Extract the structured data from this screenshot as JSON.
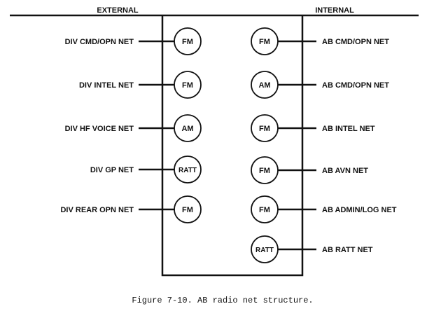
{
  "headers": {
    "external": "EXTERNAL",
    "internal": "INTERNAL"
  },
  "external_nets": [
    {
      "label": "DIV CMD/OPN NET",
      "mode": "FM"
    },
    {
      "label": "DIV INTEL NET",
      "mode": "FM"
    },
    {
      "label": "DIV HF VOICE NET",
      "mode": "AM"
    },
    {
      "label": "DIV GP NET",
      "mode": "RATT"
    },
    {
      "label": "DIV REAR OPN NET",
      "mode": "FM"
    }
  ],
  "internal_nets": [
    {
      "label": "AB CMD/OPN NET",
      "mode": "FM"
    },
    {
      "label": "AB CMD/OPN NET",
      "mode": "AM"
    },
    {
      "label": "AB INTEL NET",
      "mode": "FM"
    },
    {
      "label": "AB AVN NET",
      "mode": "FM"
    },
    {
      "label": "AB ADMIN/LOG NET",
      "mode": "FM"
    },
    {
      "label": "AB RATT NET",
      "mode": "RATT"
    }
  ],
  "caption": "Figure 7-10. AB radio net structure.",
  "colors": {
    "ink": "#111111",
    "background": "#ffffff"
  }
}
